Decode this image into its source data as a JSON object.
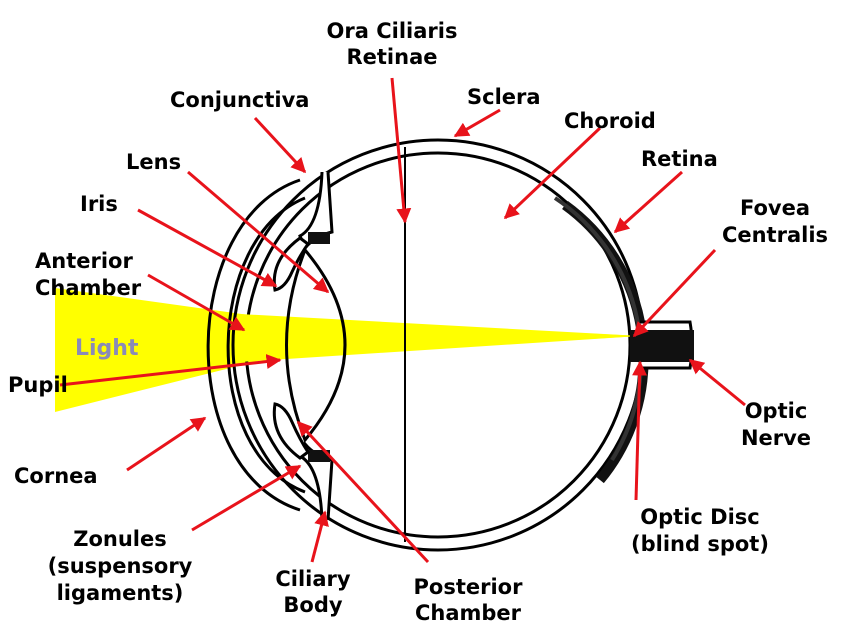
{
  "colors": {
    "light_beam": "#ffff00",
    "light_label": "#8a8ab8",
    "arrow": "#e8131b",
    "outline": "#000000",
    "background": "#ffffff"
  },
  "labels": {
    "ora_ciliaris_1": "Ora Ciliaris",
    "ora_ciliaris_2": "Retinae",
    "sclera": "Sclera",
    "conjunctiva": "Conjunctiva",
    "choroid": "Choroid",
    "lens": "Lens",
    "retina": "Retina",
    "iris": "Iris",
    "fovea_1": "Fovea",
    "fovea_2": "Centralis",
    "anterior_1": "Anterior",
    "anterior_2": "Chamber",
    "light": "Light",
    "pupil": "Pupil",
    "optic_nerve_1": "Optic",
    "optic_nerve_2": "Nerve",
    "cornea": "Cornea",
    "optic_disc_1": "Optic Disc",
    "optic_disc_2": "(blind spot)",
    "zonules_1": "Zonules",
    "zonules_2": "(suspensory",
    "zonules_3": "ligaments)",
    "ciliary_1": "Ciliary",
    "ciliary_2": "Body",
    "posterior_1": "Posterior",
    "posterior_2": "Chamber"
  }
}
